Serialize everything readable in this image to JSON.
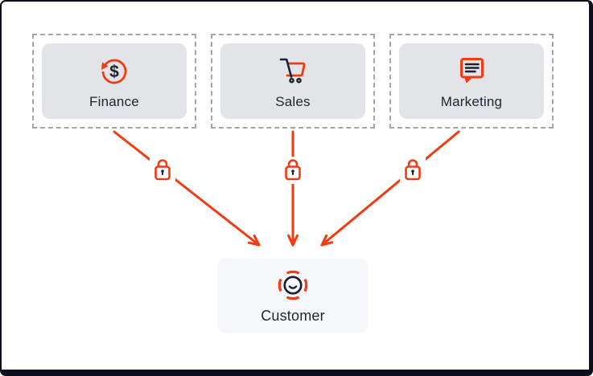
{
  "colors": {
    "accent": "#F23A13",
    "ink": "#1C2430",
    "canvas": "#FFFFFF",
    "frame": "#0D0E1C",
    "dept-card": "#E3E4E8",
    "customer-card": "#F7F8FB",
    "dashed": "#A3A5AB"
  },
  "glyphs": {
    "dollar": "$"
  },
  "diagram": {
    "departments": [
      {
        "label": "Finance",
        "icon": "refresh-dollar-icon"
      },
      {
        "label": "Sales",
        "icon": "shopping-cart-icon"
      },
      {
        "label": "Marketing",
        "icon": "speech-bubble-icon"
      }
    ],
    "customer": {
      "label": "Customer",
      "icon": "customer-smile-target-icon"
    },
    "connections": [
      {
        "from": "Finance",
        "to": "Customer",
        "badge": "lock-icon"
      },
      {
        "from": "Sales",
        "to": "Customer",
        "badge": "lock-icon"
      },
      {
        "from": "Marketing",
        "to": "Customer",
        "badge": "lock-icon"
      }
    ]
  }
}
